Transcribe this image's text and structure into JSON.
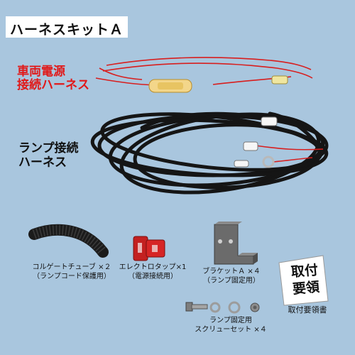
{
  "title": "ハーネスキットＡ",
  "labels": {
    "power_harness_line1": "車両電源",
    "power_harness_line2": "接続ハーネス",
    "lamp_harness_line1": "ランプ接続",
    "lamp_harness_line2": "ハーネス"
  },
  "parts": {
    "tube_line1": "コルゲートチューブ ×２",
    "tube_line2": "（ランプコード保護用）",
    "tap_line1": "エレクトロタップ×1",
    "tap_line2": "（電源接続用）",
    "bracket_line1": "ブラケットＡ ×４",
    "bracket_line2": "（ランプ固定用）",
    "screw_line1": "ランプ固定用",
    "screw_line2": "スクリューセット ×４",
    "manual_card_line1": "取付",
    "manual_card_line2": "要領",
    "manual_caption": "取付要領書"
  },
  "colors": {
    "background": "#a9c6de",
    "accent_red": "#e11919",
    "cable": "#151515"
  }
}
